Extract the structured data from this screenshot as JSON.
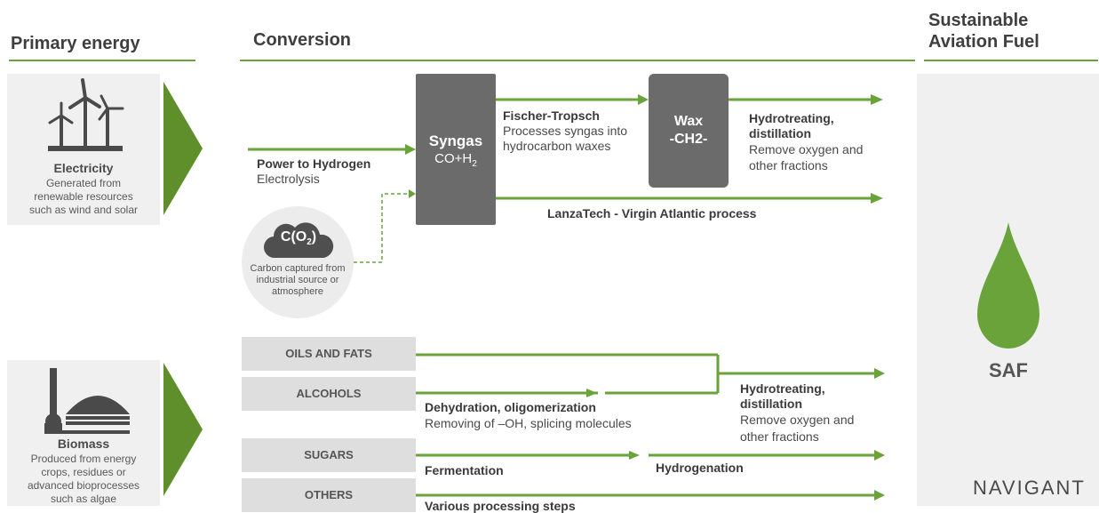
{
  "headers": {
    "primary": "Primary energy",
    "conversion": "Conversion",
    "saf_line1": "Sustainable",
    "saf_line2": "Aviation Fuel"
  },
  "electricity": {
    "title": "Electricity",
    "desc1": "Generated from",
    "desc2": "renewable resources",
    "desc3": "such as wind and solar"
  },
  "biomass": {
    "title": "Biomass",
    "desc1": "Produced from energy",
    "desc2": "crops, residues or",
    "desc3": "advanced bioprocesses",
    "desc4": "such as algae"
  },
  "power_to_hydrogen": {
    "title": "Power to Hydrogen",
    "sub": "Electrolysis"
  },
  "carbon": {
    "formula_main": "C(O",
    "formula_sub": "2",
    "formula_end": ")",
    "desc1": "Carbon captured from",
    "desc2": "industrial source or",
    "desc3": "atmosphere"
  },
  "syngas": {
    "title": "Syngas",
    "formula_main": "CO+H",
    "formula_sub": "2"
  },
  "fischer_tropsch": {
    "title": "Fischer-Tropsch",
    "desc1": "Processes syngas into",
    "desc2": "hydrocarbon waxes"
  },
  "wax": {
    "title": "Wax",
    "sub": "-CH2-"
  },
  "hydrotreating_top": {
    "title1": "Hydrotreating,",
    "title2": "distillation",
    "desc1": "Remove oxygen and",
    "desc2": "other fractions"
  },
  "lanzatech": "LanzaTech - Virgin Atlantic process",
  "feedstocks": [
    "OILS AND FATS",
    "ALCOHOLS",
    "SUGARS",
    "OTHERS"
  ],
  "dehydration": {
    "title": "Dehydration, oligomerization",
    "desc": "Removing of –OH, splicing molecules"
  },
  "hydrotreating_bottom": {
    "title1": "Hydrotreating,",
    "title2": "distillation",
    "desc1": "Remove oxygen and",
    "desc2": "other fractions"
  },
  "fermentation": "Fermentation",
  "hydrogenation": "Hydrogenation",
  "various": "Various processing steps",
  "saf": "SAF",
  "logo": "NAVIGANT",
  "colors": {
    "green": "#6aa33a",
    "dark_green": "#5e8f2a",
    "gray_box": "#6b6b6b",
    "panel": "#f0f0f0",
    "feed": "#dedede"
  }
}
